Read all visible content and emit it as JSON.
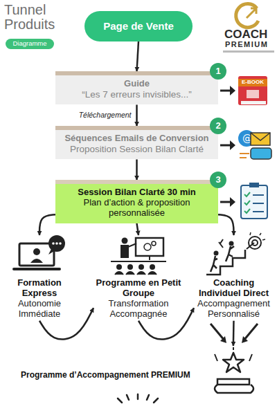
{
  "diagram": {
    "title": "Tunnel Produits",
    "nodes": [
      {
        "text": [
          "Diagramme"
        ]
      },
      {
        "text": [
          "Page de Vente"
        ]
      },
      {
        "text": [
          "Guide",
          "“Les 7 erreurs invisibles...”"
        ]
      },
      {
        "text": [
          "1"
        ]
      },
      {
        "text": [
          "Séquences Emails de Conversion",
          "Proposition Session Bilan Clarté"
        ]
      },
      {
        "text": [
          "2"
        ]
      },
      {
        "text": [
          "Session Bilan Clarté 30 min",
          "Plan d’action & proposition personnalisée"
        ]
      },
      {
        "text": [
          "3"
        ]
      },
      {
        "text": [
          "Formation Express",
          "Autonomie Immédiate"
        ]
      },
      {
        "text": [
          "Programme en Petit Groupe",
          "Transformation Accompagnée"
        ]
      },
      {
        "text": [
          "Coaching Individuel Direct",
          "Accompagnement Personnalisé"
        ]
      },
      {
        "text": [
          "Programme d’Accompagnement PREMIUM"
        ]
      }
    ],
    "edges": [
      {
        "from": 1,
        "to": 2,
        "arrow": "to"
      },
      {
        "from": 2,
        "to": 4,
        "label": "Téléchargement",
        "arrow": "to"
      },
      {
        "from": 4,
        "to": 6,
        "arrow": "to"
      },
      {
        "from": 6,
        "to": 8,
        "arrow": "to"
      },
      {
        "from": 6,
        "to": 9,
        "arrow": "to"
      },
      {
        "from": 6,
        "to": 10,
        "arrow": "to"
      },
      {
        "from": 8,
        "to": 9,
        "arrow": "to"
      },
      {
        "from": 9,
        "to": 10,
        "arrow": "to"
      },
      {
        "from": 10,
        "to": 11,
        "arrow": "to"
      }
    ],
    "labels": [
      "COACH",
      "PREMIUM",
      "E-BOOK"
    ]
  }
}
